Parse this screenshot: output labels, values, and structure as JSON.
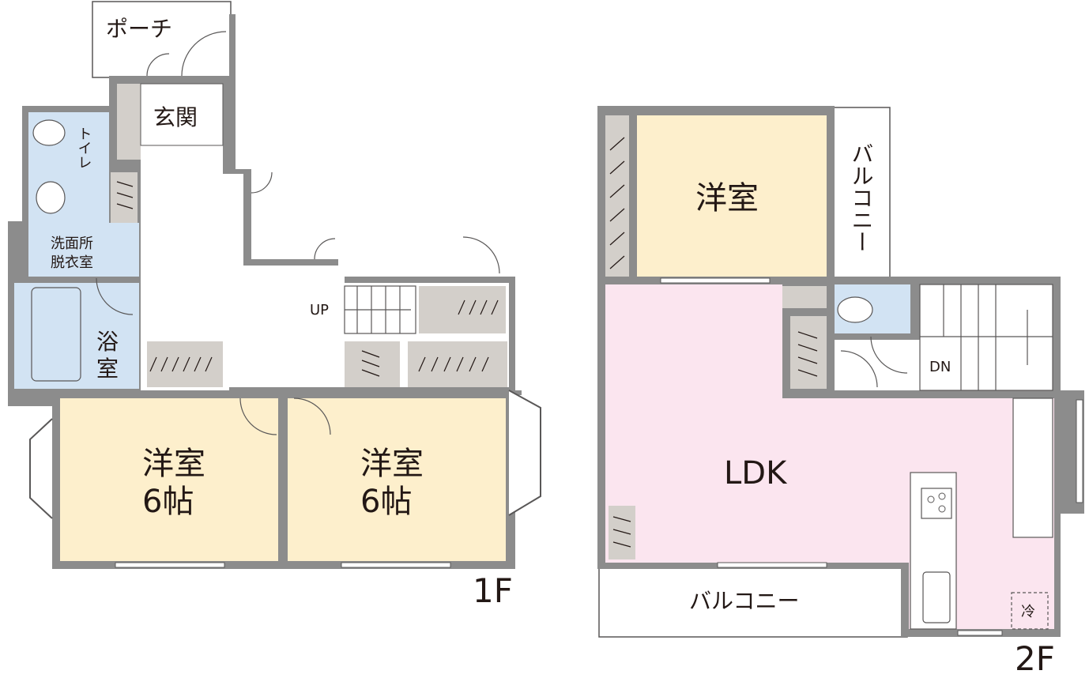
{
  "floor_1": {
    "label": "1F",
    "porch": "ポーチ",
    "entrance": "玄関",
    "toilet": "トイレ",
    "washroom_line1": "洗面所",
    "washroom_line2": "脱衣室",
    "bath_line1": "浴",
    "bath_line2": "室",
    "stairs_up": "UP",
    "room_left_line1": "洋室",
    "room_left_line2": "6帖",
    "room_right_line1": "洋室",
    "room_right_line2": "6帖"
  },
  "floor_2": {
    "label": "2F",
    "room": "洋室",
    "balcony_side": "バルコニー",
    "balcony_bottom": "バルコニー",
    "ldk": "LDK",
    "stairs_down": "DN",
    "fridge": "冷"
  },
  "colors": {
    "wall": "#8c8c8c",
    "closet": "#d3cfca",
    "western_room": "#fdefcc",
    "wet_area": "#d2e3f3",
    "ldk": "#fbe5ef"
  }
}
